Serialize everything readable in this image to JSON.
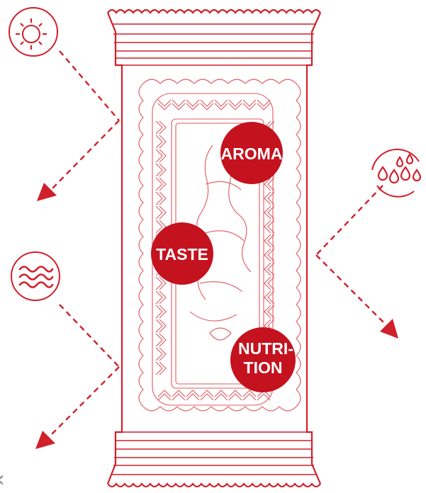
{
  "colors": {
    "accent": "#c4121f",
    "line": "#d0202c",
    "text_on_badge": "#ffffff"
  },
  "badges": {
    "aroma": {
      "lines": [
        "AROMA"
      ]
    },
    "taste": {
      "lines": [
        "TASTE"
      ]
    },
    "nutrition": {
      "lines": [
        "NUTRI-",
        "TION"
      ]
    }
  },
  "icons": {
    "sun": "sun-icon",
    "waves": "waves-icon",
    "droplets": "droplets-icon"
  },
  "corner_glyph": "‹"
}
